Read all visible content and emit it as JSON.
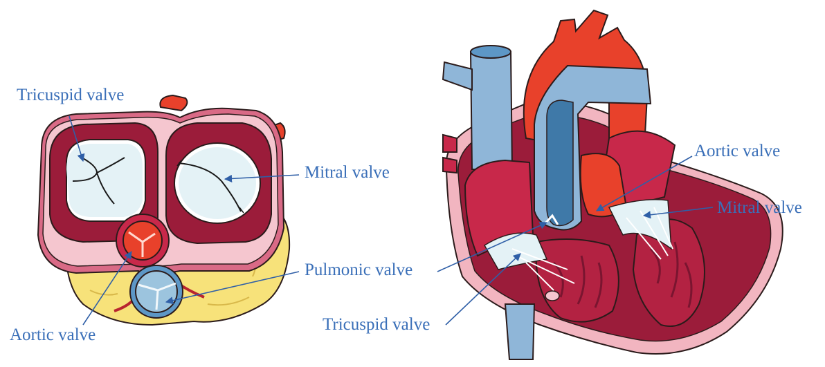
{
  "colors": {
    "label_text": "#3a6fb8",
    "leader_line": "#2f5fa7",
    "myocardium_dark": "#9b1c3a",
    "myocardium_light": "#f2c0c8",
    "chamber_red": "#c8284a",
    "valve_leaflet": "#e4f2f6",
    "aorta_red": "#e8412b",
    "vena_cava_blue": "#8fb6d8",
    "pulmonary_blue": "#5d97c6",
    "fat_yellow": "#f7e27a"
  },
  "left_diagram": {
    "tricuspid_label": "Tricuspid valve",
    "mitral_label": "Mitral valve",
    "pulmonic_label": "Pulmonic valve",
    "aortic_label": "Aortic valve"
  },
  "right_diagram": {
    "aortic_label": "Aortic valve",
    "mitral_label": "Mitral valve",
    "tricuspid_label": "Tricuspid valve"
  }
}
